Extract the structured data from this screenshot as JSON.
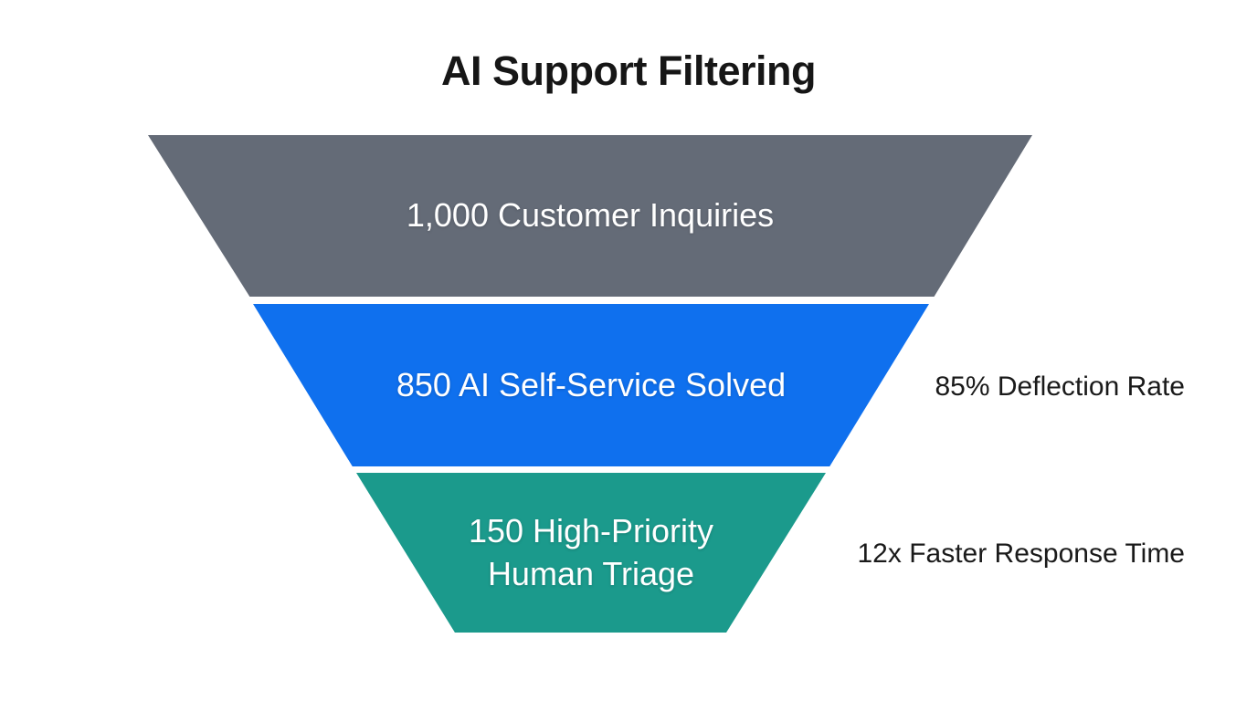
{
  "title": "AI Support Filtering",
  "chart_data": {
    "type": "funnel",
    "title": "AI Support Filtering",
    "orientation": "top-down",
    "background": "#ffffff",
    "title_color": "#161616",
    "label_color_on_shape": "#ffffff",
    "annotation_color": "#1a1a1a",
    "stages": [
      {
        "label": "1,000 Customer Inquiries",
        "value": 1000,
        "color": "#646b77",
        "annotation": ""
      },
      {
        "label": "850 AI Self-Service Solved",
        "value": 850,
        "color": "#0f70ee",
        "annotation": "85% Deflection Rate"
      },
      {
        "label": "150 High-Priority Human Triage",
        "value": 150,
        "color": "#1b9a8c",
        "annotation": "12x Faster Response Time"
      }
    ]
  }
}
